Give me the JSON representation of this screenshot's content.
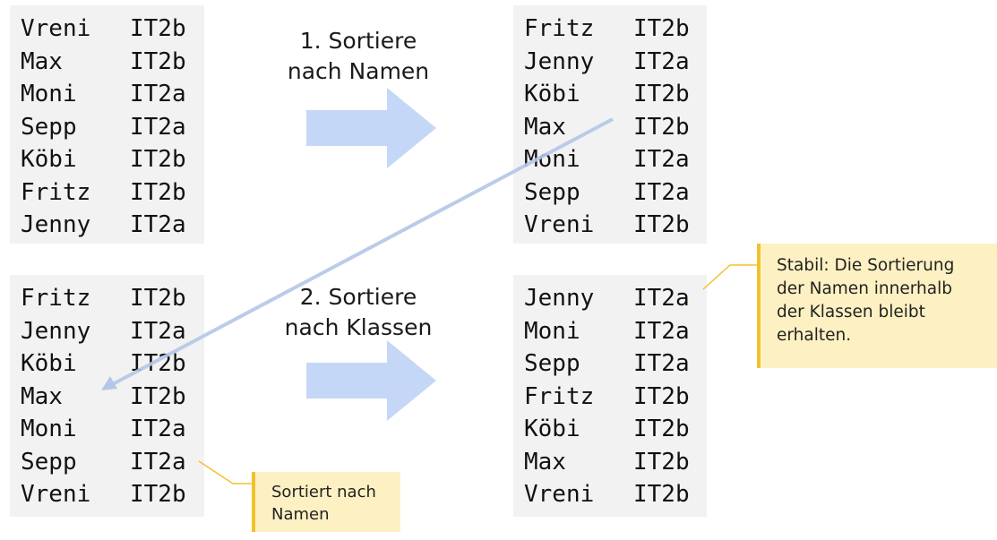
{
  "steps": {
    "step1": {
      "line1": "1. Sortiere",
      "line2": "nach Namen"
    },
    "step2": {
      "line1": "2. Sortiere",
      "line2": "nach Klassen"
    }
  },
  "tables": {
    "initial": [
      {
        "name": "Vreni",
        "class": "IT2b"
      },
      {
        "name": "Max",
        "class": "IT2b"
      },
      {
        "name": "Moni",
        "class": "IT2a"
      },
      {
        "name": "Sepp",
        "class": "IT2a"
      },
      {
        "name": "Köbi",
        "class": "IT2b"
      },
      {
        "name": "Fritz",
        "class": "IT2b"
      },
      {
        "name": "Jenny",
        "class": "IT2a"
      }
    ],
    "sorted_by_name": [
      {
        "name": "Fritz",
        "class": "IT2b"
      },
      {
        "name": "Jenny",
        "class": "IT2a"
      },
      {
        "name": "Köbi",
        "class": "IT2b"
      },
      {
        "name": "Max",
        "class": "IT2b"
      },
      {
        "name": "Moni",
        "class": "IT2a"
      },
      {
        "name": "Sepp",
        "class": "IT2a"
      },
      {
        "name": "Vreni",
        "class": "IT2b"
      }
    ],
    "input_copy": [
      {
        "name": "Fritz",
        "class": "IT2b"
      },
      {
        "name": "Jenny",
        "class": "IT2a"
      },
      {
        "name": "Köbi",
        "class": "IT2b"
      },
      {
        "name": "Max",
        "class": "IT2b"
      },
      {
        "name": "Moni",
        "class": "IT2a"
      },
      {
        "name": "Sepp",
        "class": "IT2a"
      },
      {
        "name": "Vreni",
        "class": "IT2b"
      }
    ],
    "sorted_by_class": [
      {
        "name": "Jenny",
        "class": "IT2a"
      },
      {
        "name": "Moni",
        "class": "IT2a"
      },
      {
        "name": "Sepp",
        "class": "IT2a"
      },
      {
        "name": "Fritz",
        "class": "IT2b"
      },
      {
        "name": "Köbi",
        "class": "IT2b"
      },
      {
        "name": "Max",
        "class": "IT2b"
      },
      {
        "name": "Vreni",
        "class": "IT2b"
      }
    ]
  },
  "notes": {
    "sorted": {
      "line1": "Sortiert nach",
      "line2": "Namen"
    },
    "stable": {
      "line1": "Stabil: Die Sortierung",
      "line2": "der Namen innerhalb",
      "line3": "der Klassen bleibt",
      "line4": "erhalten."
    }
  },
  "colors": {
    "table_bg": "#f2f2f2",
    "arrow": "#c5d7f6",
    "copy_line": "#b4c7e7",
    "note_bg": "#fdf1c3",
    "note_border": "#f2c12e"
  }
}
